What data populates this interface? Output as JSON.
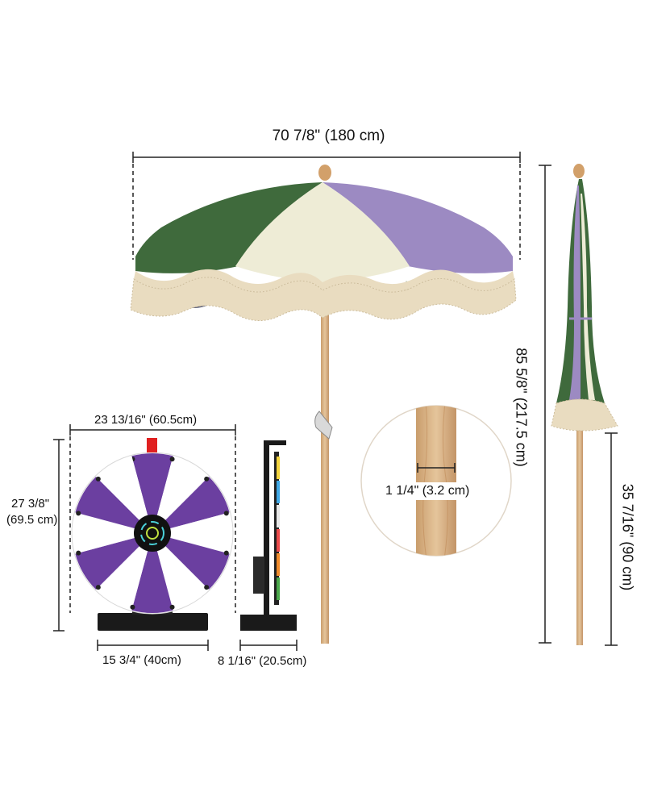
{
  "umbrella": {
    "canopy_colors": {
      "green": "#3f6a3c",
      "cream": "#eeecd6",
      "purple": "#9c8ac2",
      "fringe": "#e9dcc0",
      "wood": "#d7b48a"
    },
    "open_width_label": "70 7/8\" (180 cm)",
    "total_height_label": "85 5/8\" (217.5 cm)",
    "pole_height_label": "35 7/16\" (90 cm)",
    "pole_diameter_label": "1 1/4\" (3.2 cm)"
  },
  "prize_wheel": {
    "segment_colors": {
      "purple": "#6b3fa0",
      "white": "#ffffff",
      "base": "#1a1a1a",
      "pointer": "#e02020"
    },
    "segment_count": 12,
    "wheel_width_label": "23 13/16\" (60.5cm)",
    "wheel_height_label_line1": "27 3/8\"",
    "wheel_height_label_line2": "(69.5 cm)",
    "base_width_label": "15 3/4\" (40cm)",
    "base_depth_label": "8 1/16\" (20.5cm)"
  }
}
